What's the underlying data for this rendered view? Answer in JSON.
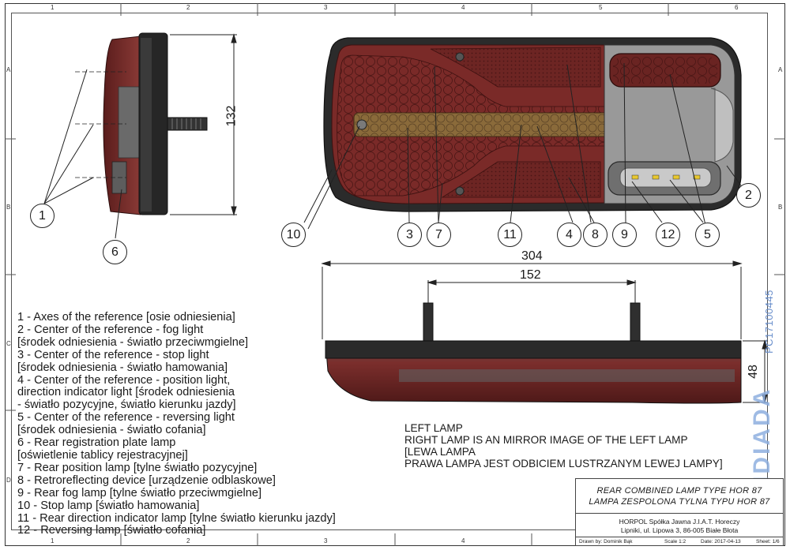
{
  "zones": {
    "columns": [
      "1",
      "2",
      "3",
      "4",
      "5",
      "6"
    ],
    "rows": [
      "A",
      "B",
      "C",
      "D"
    ]
  },
  "dimensions": {
    "height": "132",
    "width": "304",
    "bolt_spacing": "152",
    "depth": "48"
  },
  "callouts": {
    "side_view": [
      "1",
      "6"
    ],
    "front_view": [
      "10",
      "3",
      "7",
      "11",
      "4",
      "8",
      "9",
      "12",
      "5",
      "2"
    ]
  },
  "legend": [
    "1 - Axes of the reference [osie odniesienia]",
    "2 - Center of the reference - fog light",
    "[środek odniesienia - światło przeciwmgielne]",
    "3 - Center of the reference - stop light",
    "[środek odniesienia - światło hamowania]",
    "4 - Center of the reference - position light,",
    "direction indicator light [środek odniesienia",
    " - światło pozycyjne, światło kierunku jazdy]",
    "5 - Center of the reference - reversing light",
    "[środek odniesienia - światło cofania]",
    "6 - Rear registration plate lamp",
    "[oświetlenie tablicy rejestracyjnej]",
    "7 - Rear position lamp [tylne światło pozycyjne]",
    "8 - Retroreflecting device [urządzenie odblaskowe]",
    "9 - Rear fog lamp [tylne światło przeciwmgielne]",
    "10 - Stop lamp [światło hamowania]",
    "11 - Rear direction indicator lamp [tylne światło kierunku jazdy]",
    "12 - Reversing lamp [światło cofania]"
  ],
  "note": [
    "LEFT LAMP",
    "RIGHT LAMP IS AN MIRROR IMAGE OF THE LEFT LAMP",
    "[LEWA LAMPA",
    "PRAWA LAMPA JEST ODBICIEM LUSTRZANYM LEWEJ LAMPY]"
  ],
  "title_block": {
    "title_en": "REAR COMBINED LAMP TYPE HOR 87",
    "title_pl": "LAMPA ZESPOLONA TYLNA TYPU HOR 87",
    "company_line1": "HORPOL Spółka Jawna   J.I.A.T. Horeczy",
    "company_line2": "Lipniki, ul. Lipowa 3, 86-005 Białe Błota",
    "drawn_by": "Drawn by:  Dominik Bąk",
    "scale": "Scale  1:2",
    "date": "Date:  2017-04-13",
    "sheet": "Sheet:  1/6"
  },
  "watermark": {
    "code": "PC17100445",
    "brand": "IDIADA"
  },
  "colors": {
    "lens_red": "#7a2a28",
    "lens_dark": "#5a1d1c",
    "housing": "#2a2a2a",
    "amber": "#8a6a3a",
    "clear": "#cfcfcf",
    "watermark_blue": "#8fb0e0"
  }
}
